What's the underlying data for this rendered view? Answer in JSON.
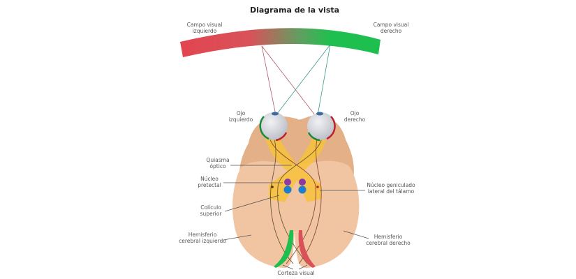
{
  "title": "Diagrama de la vista",
  "labels": {
    "left_field": [
      "Campo visual",
      "izquierdo"
    ],
    "right_field": [
      "Campo visual",
      "derecho"
    ],
    "left_eye": [
      "Ojo",
      "izquierdo"
    ],
    "right_eye": [
      "Ojo",
      "derecho"
    ],
    "chiasm": [
      "Quiasma",
      "óptico"
    ],
    "pretectal": [
      "Núcleo",
      "pretectal"
    ],
    "lgn": [
      "Núcleo geniculado",
      "lateral del tálamo"
    ],
    "colliculus": [
      "Colículo",
      "superior"
    ],
    "left_hemi": [
      "Hemisferio",
      "cerebral izquierdo"
    ],
    "right_hemi": [
      "Hemisferio",
      "cerebral derecho"
    ],
    "cortex": "Corteza visual"
  },
  "colors": {
    "left_field": "#e2454f",
    "right_field": "#1fbf4f",
    "brain_upper": "#e3b088",
    "brain_lower": "#f1c4a2",
    "optic_path": "#f7c23a",
    "pretectal": "#8b3aa8",
    "colliculus": "#1b7fd0"
  }
}
